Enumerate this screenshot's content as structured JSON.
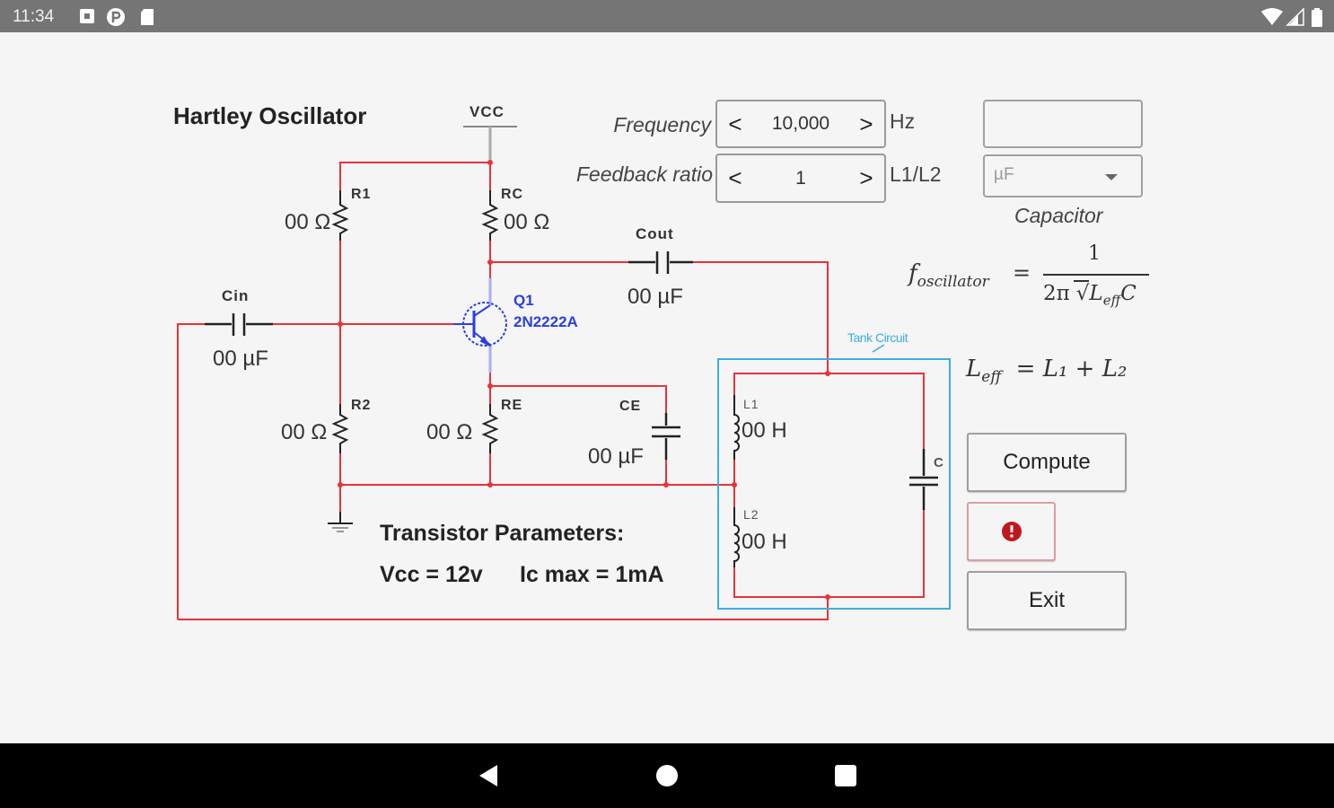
{
  "status_bar": {
    "time": "11:34",
    "left_icons": [
      "notification-square-icon",
      "p-circle-icon",
      "sd-card-icon"
    ],
    "right_icons": [
      "wifi-icon",
      "cell-signal-icon",
      "battery-icon"
    ]
  },
  "app": {
    "title": "Hartley Oscillator",
    "controls": {
      "frequency": {
        "label": "Frequency",
        "value": "10,000",
        "unit": "Hz",
        "decrement": "<",
        "increment": ">"
      },
      "feedback_ratio": {
        "label": "Feedback ratio",
        "value": "1",
        "unit": "L1/L2",
        "decrement": "<",
        "increment": ">"
      },
      "capacitor": {
        "value": "",
        "unit_selected": "µF",
        "label": "Capacitor"
      }
    },
    "formulas": {
      "f_lhs": "f",
      "f_sub": "oscillator",
      "f_numerator": "1",
      "f_denominator_prefix": "2π",
      "f_denominator_var": "L",
      "f_denominator_sub": "eff",
      "f_denominator_suffix": "C",
      "leff_lhs": "L",
      "leff_sub": "eff",
      "leff_rhs": "= L₁ + L₂",
      "equals": "="
    },
    "buttons": {
      "compute": "Compute",
      "info_icon": "info-icon",
      "exit": "Exit"
    },
    "transistor_params": {
      "heading": "Transistor Parameters:",
      "vcc": "Vcc = 12v",
      "ic_max": "Ic max = 1mA"
    }
  },
  "schematic": {
    "vcc_label": "VCC",
    "r1": {
      "name": "R1",
      "value": "00 Ω"
    },
    "rc": {
      "name": "RC",
      "value": "00 Ω"
    },
    "r2": {
      "name": "R2",
      "value": "00 Ω"
    },
    "re": {
      "name": "RE",
      "value": "00 Ω"
    },
    "cin": {
      "name": "Cin",
      "value": "00 µF"
    },
    "cout": {
      "name": "Cout",
      "value": "00 µF"
    },
    "ce": {
      "name": "CE",
      "value": "00 µF"
    },
    "q1": {
      "name": "Q1",
      "part": "2N2222A"
    },
    "tank_label": "Tank Circuit",
    "l1": {
      "name": "L1",
      "value": "00 H"
    },
    "l2": {
      "name": "L2",
      "value": "00 H"
    },
    "c": {
      "name": "C"
    },
    "colors": {
      "wire": "#e8323a",
      "transistor": "#2a3fe0",
      "tank": "#3aaee0",
      "component": "#222222"
    }
  },
  "nav_bar": {
    "buttons": [
      "back-icon",
      "home-icon",
      "recents-icon"
    ]
  }
}
